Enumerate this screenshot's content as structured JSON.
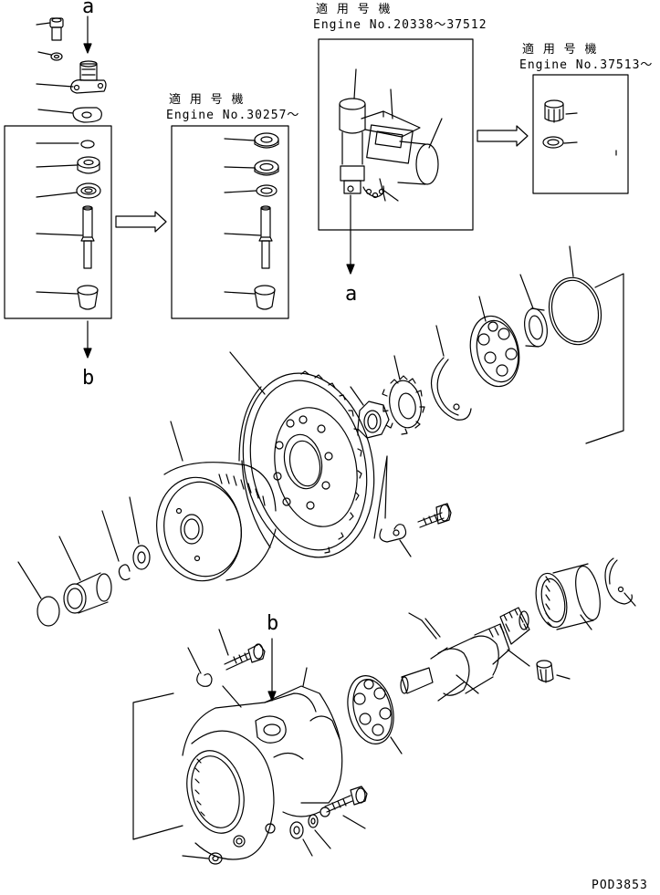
{
  "labels": {
    "arrow_a_top": "a",
    "arrow_a_bottom": "a",
    "arrow_b_left": "b",
    "arrow_b_housing": "b",
    "applicable_1_jp": "適 用 号 機",
    "applicable_1_en": "Engine No.30257～",
    "applicable_2_jp": "適 用 号 機",
    "applicable_2_en": "Engine No.20338～37512",
    "applicable_3_jp": "適 用 号 機",
    "applicable_3_en": "Engine No.37513～",
    "drawing_code": "POD3853"
  }
}
